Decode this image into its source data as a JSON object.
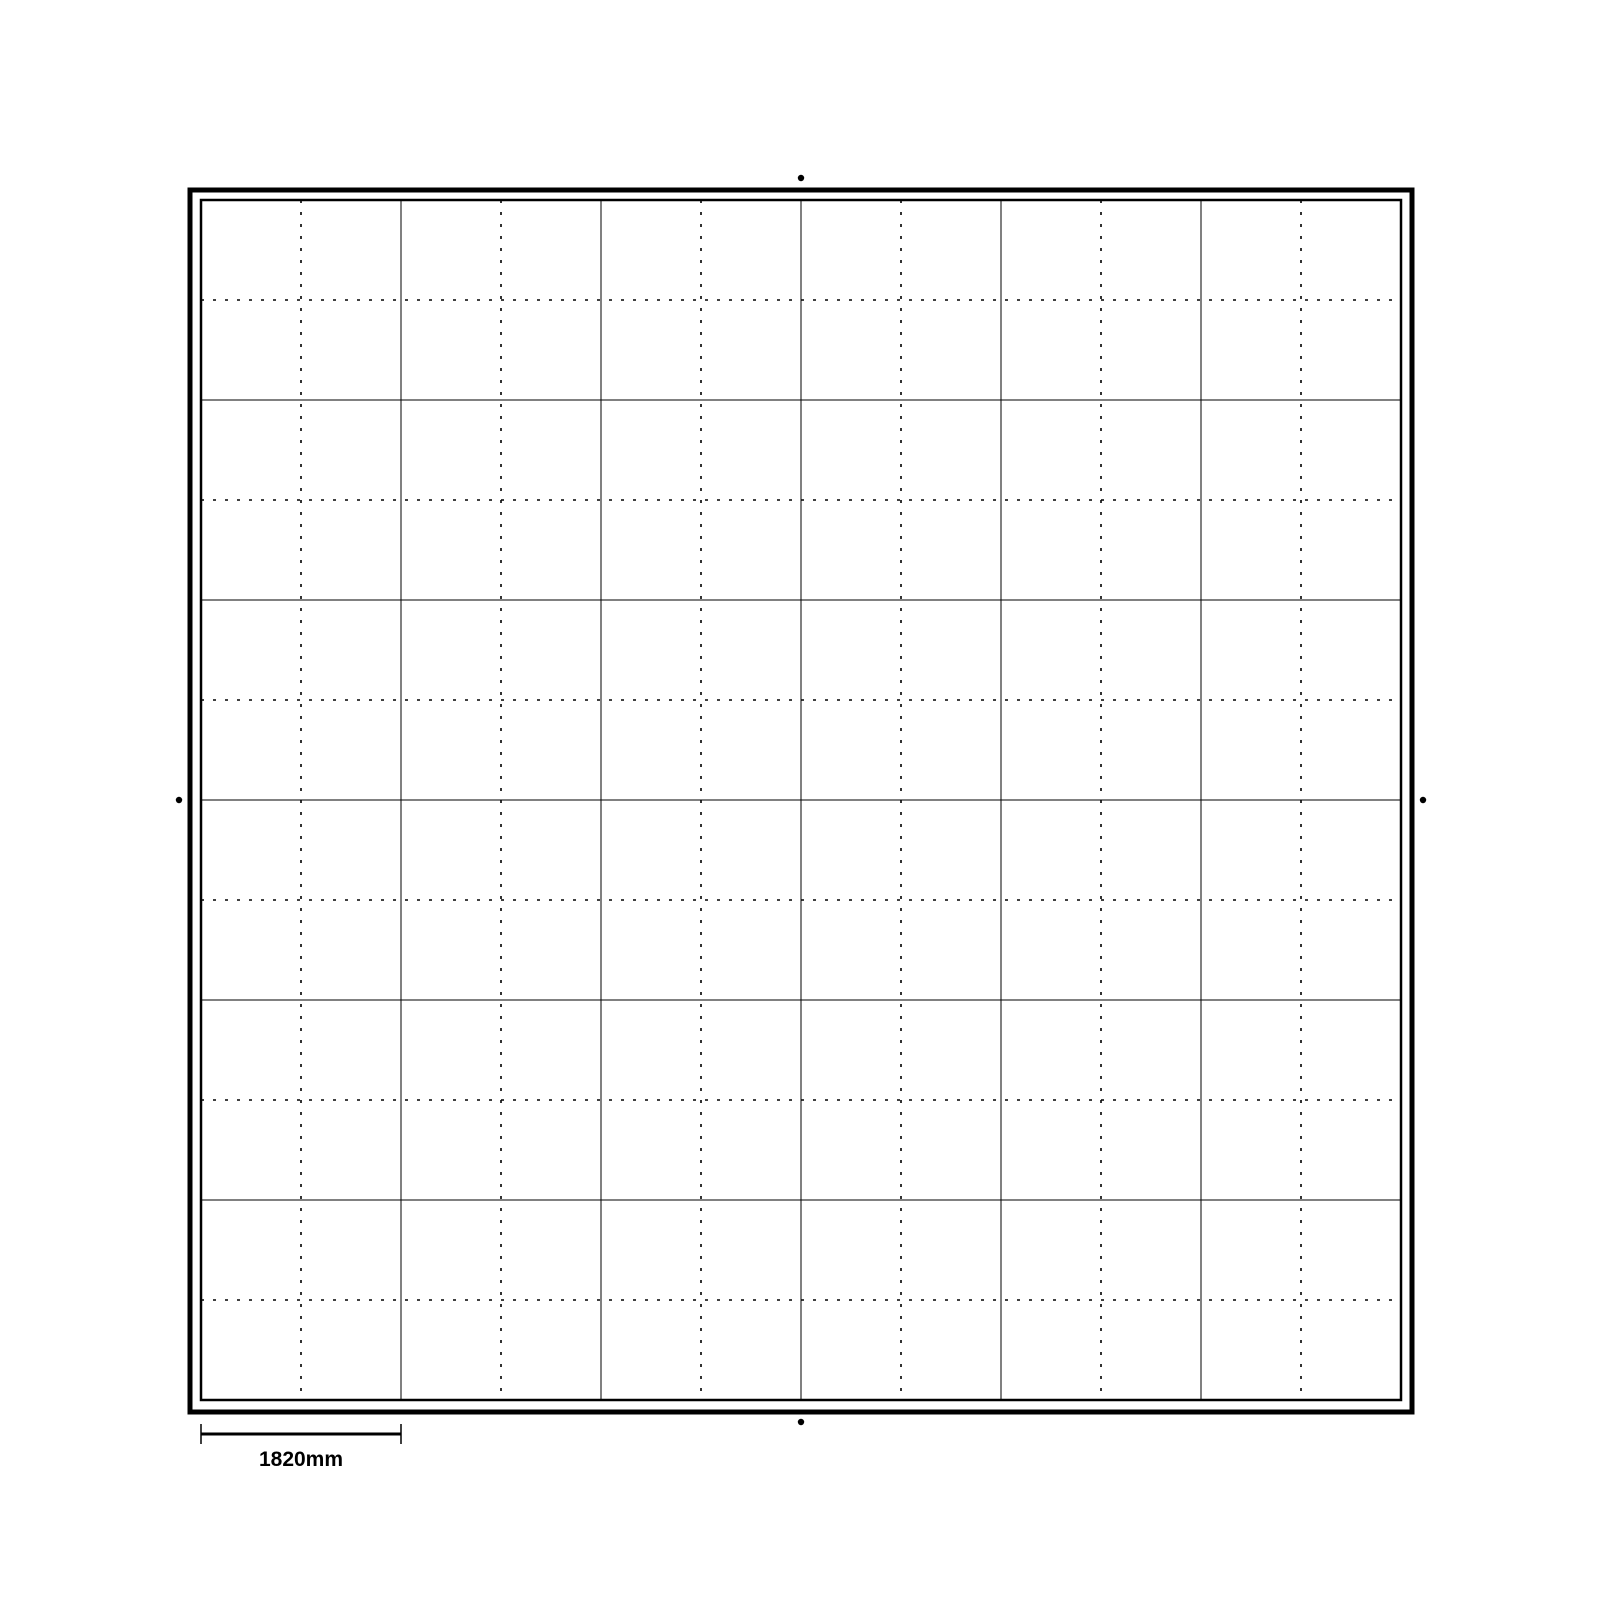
{
  "plan": {
    "columns": 12,
    "rows": 12,
    "major_every": 2,
    "colors": {
      "line": "#000000",
      "background": "#ffffff"
    }
  },
  "scale_bar": {
    "label": "1820mm"
  }
}
